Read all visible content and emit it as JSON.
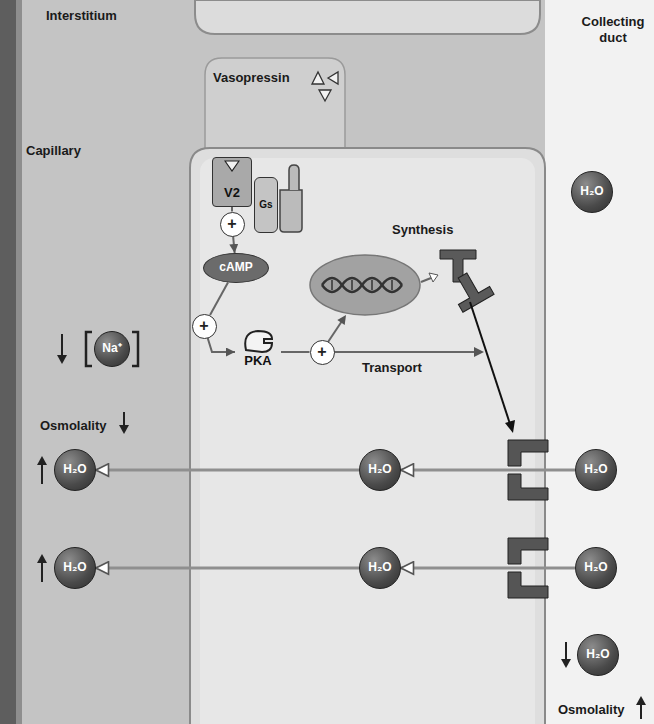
{
  "diagram": {
    "nodes": [
      {
        "text": [
          "V2"
        ]
      },
      {
        "text": [
          "Gs"
        ]
      },
      {
        "text": [
          "H₂O"
        ]
      },
      {
        "text": [
          "+"
        ]
      },
      {
        "text": [
          "cAMP"
        ]
      },
      {
        "text": [
          "+"
        ]
      },
      {
        "text": [
          "PKA"
        ]
      },
      {
        "text": [
          "Na⁺"
        ]
      },
      {
        "text": [
          "+"
        ]
      },
      {
        "text": [
          "H₂O"
        ]
      },
      {
        "text": [
          "H₂O"
        ]
      },
      {
        "text": [
          "H₂O"
        ]
      },
      {
        "text": [
          "H₂O"
        ]
      },
      {
        "text": [
          "H₂O"
        ]
      },
      {
        "text": [
          "H₂O"
        ]
      },
      {
        "text": [
          "H₂O"
        ]
      }
    ],
    "edges": [
      {
        "from": 0,
        "to": 3,
        "arrow": "none"
      },
      {
        "from": 3,
        "to": 4,
        "arrow": "to"
      },
      {
        "from": 4,
        "to": 5,
        "arrow": "none"
      },
      {
        "from": 5,
        "to": 6,
        "arrow": "to"
      },
      {
        "from": 6,
        "to": 8,
        "arrow": "none"
      },
      {
        "from": 11,
        "to": 10,
        "arrow": "to"
      },
      {
        "from": 10,
        "to": 9,
        "arrow": "to"
      },
      {
        "from": 14,
        "to": 13,
        "arrow": "to"
      },
      {
        "from": 13,
        "to": 12,
        "arrow": "to"
      }
    ],
    "labels": [
      "Interstitium",
      "Collecting duct",
      "Vasopressin",
      "Capillary",
      "Synthesis",
      "Transport",
      "Osmolality",
      "Osmolality"
    ]
  }
}
